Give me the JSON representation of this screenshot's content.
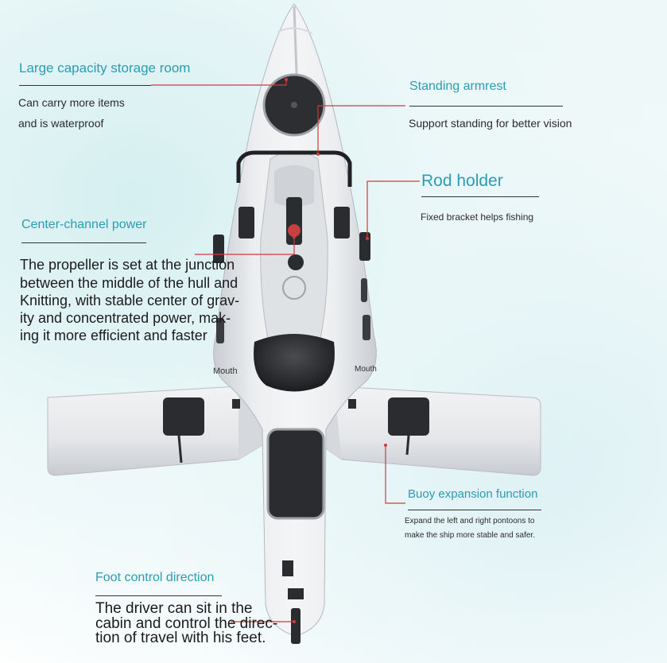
{
  "callouts": {
    "storage": {
      "title": "Large capacity storage room",
      "lines": [
        "Can carry more items",
        "and is waterproof"
      ]
    },
    "armrest": {
      "title": "Standing armrest",
      "desc": "Support standing for better vision"
    },
    "rod_holder": {
      "title": "Rod holder",
      "desc": "Fixed bracket helps fishing"
    },
    "center_power": {
      "title": "Center-channel power",
      "lines": [
        "The propeller is set at the junction",
        "between the middle of the hull and",
        "Knitting, with stable center of grav-",
        "ity and concentrated power, mak-",
        "ing it more efficient and faster"
      ]
    },
    "buoy": {
      "title": "Buoy expansion function",
      "lines": [
        "Expand the left and right pontoons to",
        "make the ship more stable and safer."
      ]
    },
    "foot_control": {
      "title": "Foot control direction",
      "lines": [
        "The driver can sit in the",
        "cabin and control the direc-",
        "tion of travel with his feet."
      ]
    }
  },
  "labels": {
    "mouth_left": "Mouth",
    "mouth_right": "Mouth"
  },
  "colors": {
    "heading": "#2a9cb3",
    "leader_line": "#d23a3a",
    "hull": "#e7e9ec",
    "hull_shadow": "#c5c9ce",
    "dark_parts": "#2a2c2f"
  }
}
